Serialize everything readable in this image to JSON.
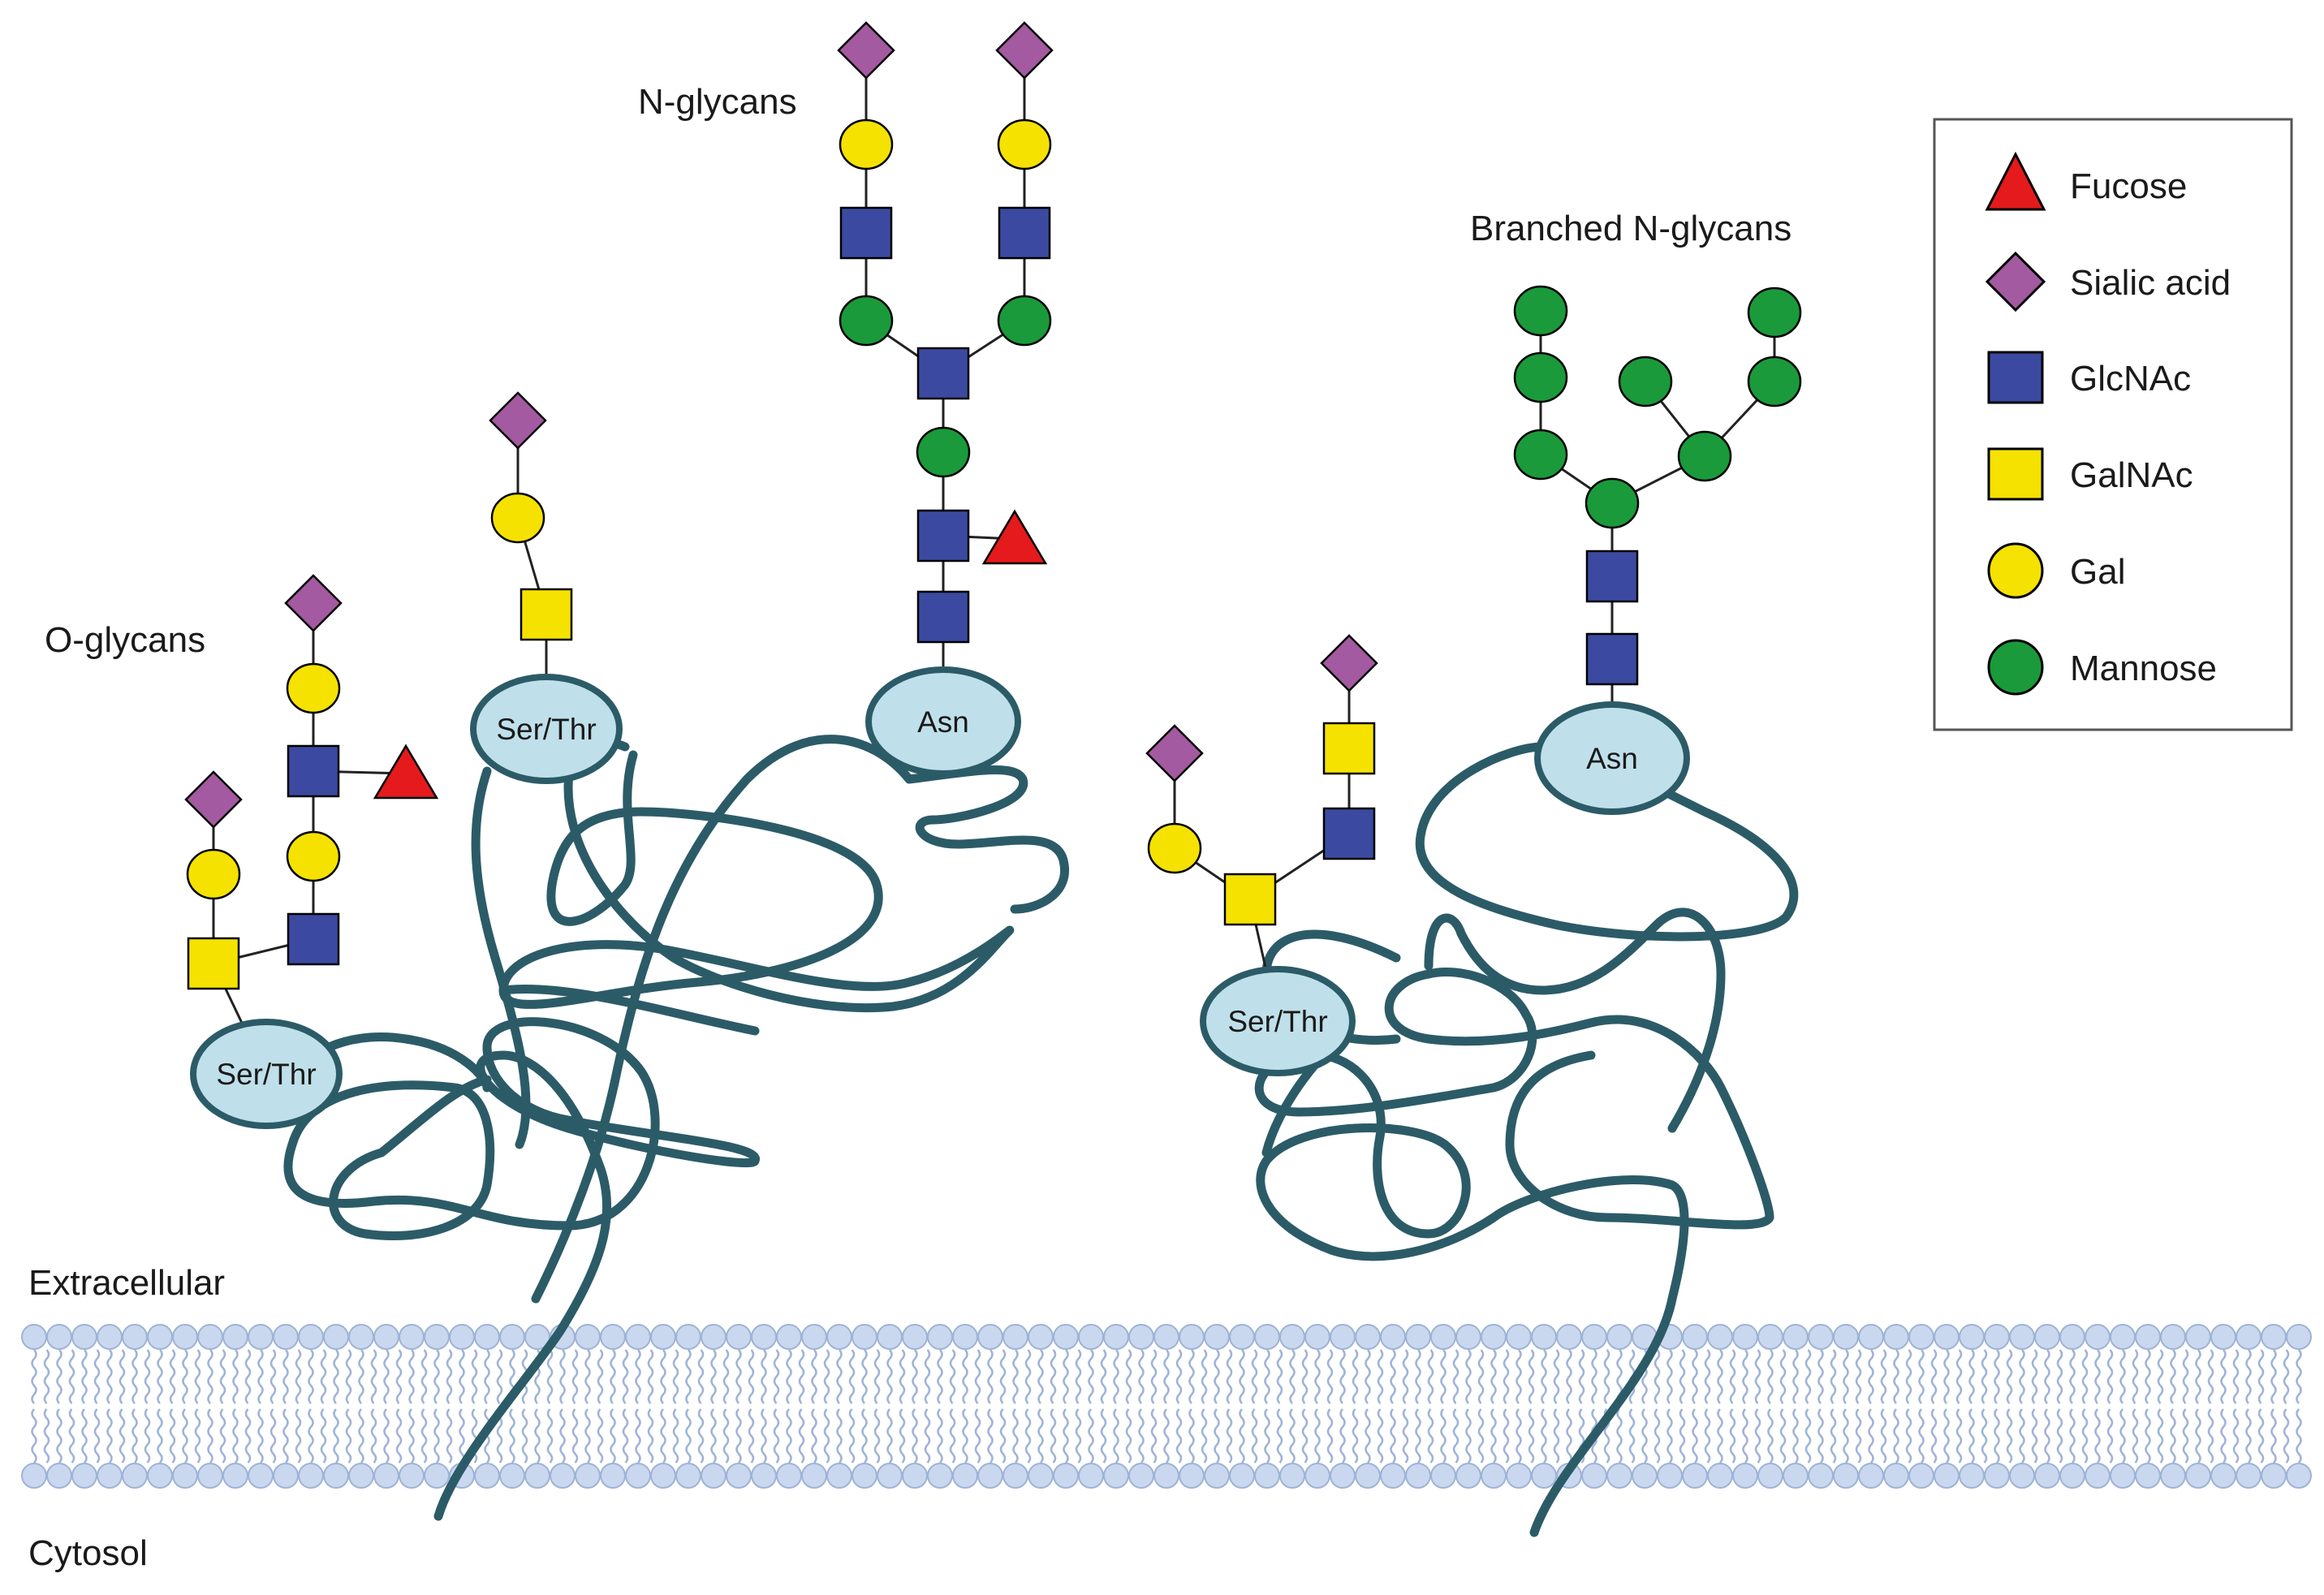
{
  "labels": {
    "n_glycans": "N-glycans",
    "o_glycans": "O-glycans",
    "branched_n_glycans": "Branched N-glycans",
    "extracellular": "Extracellular",
    "cytosol": "Cytosol"
  },
  "residues": {
    "ser_thr": "Ser/Thr",
    "asn": "Asn"
  },
  "legend": [
    {
      "symbol": "triangle-icon",
      "label": "Fucose",
      "color": "#e41a1c"
    },
    {
      "symbol": "diamond-icon",
      "label": "Sialic acid",
      "color": "#a35aa0"
    },
    {
      "symbol": "square-icon",
      "label": "GlcNAc",
      "color": "#3b4aa0"
    },
    {
      "symbol": "square-icon",
      "label": "GalNAc",
      "color": "#f5e200"
    },
    {
      "symbol": "circle-icon",
      "label": "Gal",
      "color": "#f5e200"
    },
    {
      "symbol": "circle-icon",
      "label": "Mannose",
      "color": "#1a9a3a"
    }
  ],
  "colors": {
    "protein_chain": "#2c5b68",
    "anchor_fill": "#bfe0ea",
    "membrane_head": "#c9d8ee",
    "membrane_tail": "#9fb3d6"
  }
}
